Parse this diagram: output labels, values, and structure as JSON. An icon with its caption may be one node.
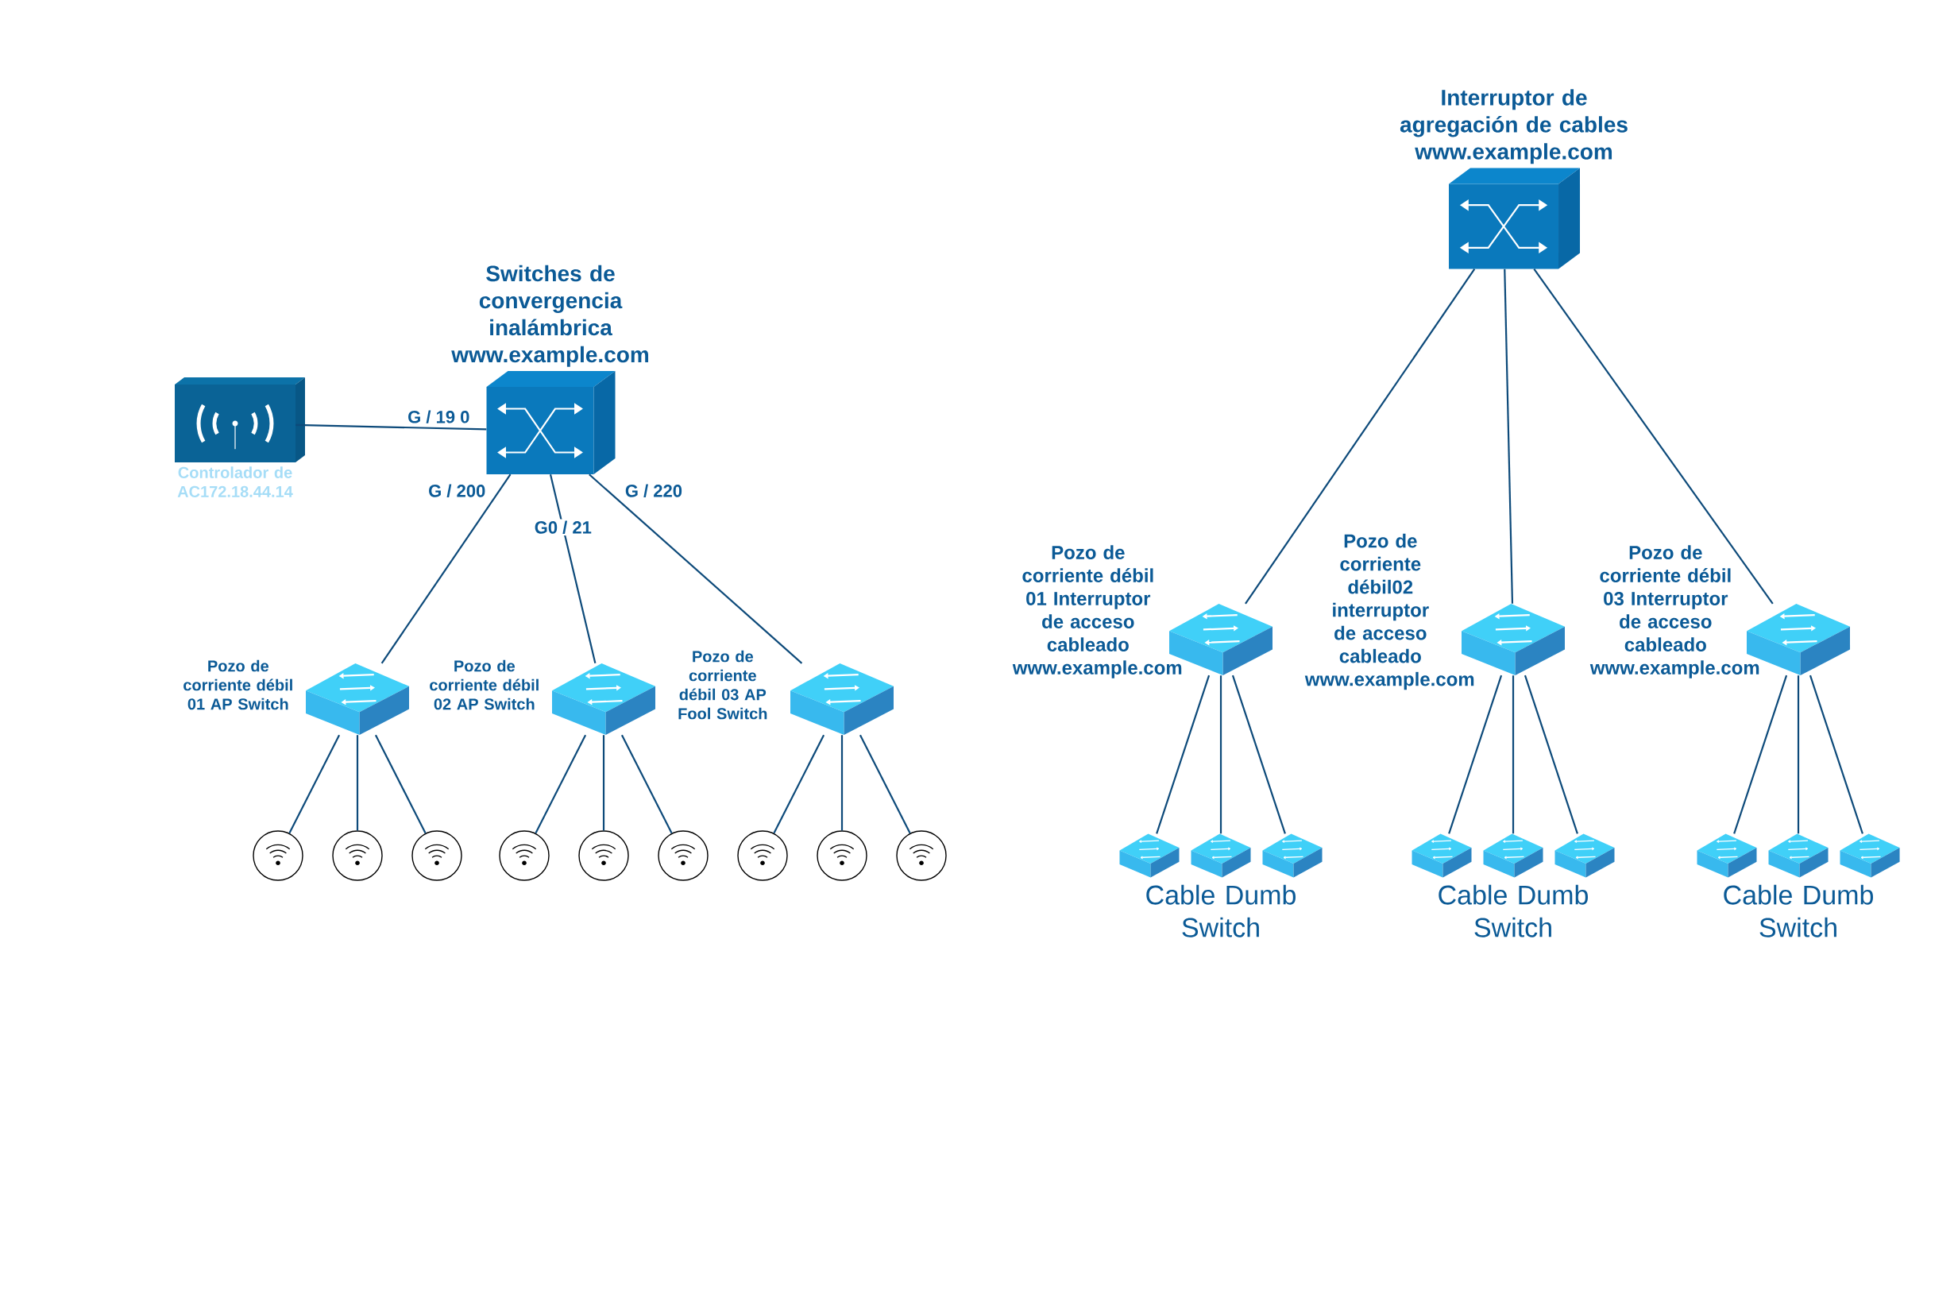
{
  "diagram": {
    "nodes": [
      {
        "text": [
          "Controlador de AC172.18.44.14"
        ]
      },
      {
        "text": [
          "Switches de convergencia inalámbrica www.example.com"
        ]
      },
      {
        "text": [
          "Pozo de corriente débil 01 AP Switch"
        ]
      },
      {
        "text": [
          "Pozo de corriente débil 02 AP Switch"
        ]
      },
      {
        "text": [
          "Pozo de corriente débil 03 AP Fool Switch"
        ]
      },
      {
        "text": [],
        "shape": "circle"
      },
      {
        "text": [],
        "shape": "circle"
      },
      {
        "text": [],
        "shape": "circle"
      },
      {
        "text": [],
        "shape": "circle"
      },
      {
        "text": [],
        "shape": "circle"
      },
      {
        "text": [],
        "shape": "circle"
      },
      {
        "text": [],
        "shape": "circle"
      },
      {
        "text": [],
        "shape": "circle"
      },
      {
        "text": [],
        "shape": "circle"
      },
      {
        "text": [
          "Interruptor de agregación de cables www.example.com"
        ]
      },
      {
        "text": [
          "Pozo de corriente débil 01 Interruptor de acceso cableado www.example.com"
        ]
      },
      {
        "text": [
          "Pozo de corriente débil02 interruptor de acceso cableado www.example.com"
        ]
      },
      {
        "text": [
          "Pozo de corriente débil 03 Interruptor de acceso cableado www.example.com"
        ]
      },
      {
        "text": [],
        "shape": "box"
      },
      {
        "text": [],
        "shape": "box",
        "beside": [
          "Cable Dumb Switch"
        ]
      },
      {
        "text": [],
        "shape": "box"
      },
      {
        "text": [],
        "shape": "box"
      },
      {
        "text": [],
        "shape": "box",
        "beside": [
          "Cable Dumb Switch"
        ]
      },
      {
        "text": [],
        "shape": "box"
      },
      {
        "text": [],
        "shape": "box"
      },
      {
        "text": [],
        "shape": "box",
        "beside": [
          "Cable Dumb Switch"
        ]
      },
      {
        "text": [],
        "shape": "box"
      }
    ],
    "edges": [
      {
        "from": 0,
        "to": 1,
        "arrow": "none",
        "label": "G / 19 0"
      },
      {
        "from": 1,
        "to": 2,
        "arrow": "none",
        "label": "G / 200"
      },
      {
        "from": 1,
        "to": 3,
        "arrow": "none",
        "label": "G0 / 21"
      },
      {
        "from": 1,
        "to": 4,
        "arrow": "none",
        "label": "G / 220"
      },
      {
        "from": 2,
        "to": 5,
        "arrow": "none"
      },
      {
        "from": 2,
        "to": 6,
        "arrow": "none"
      },
      {
        "from": 2,
        "to": 7,
        "arrow": "none"
      },
      {
        "from": 3,
        "to": 8,
        "arrow": "none"
      },
      {
        "from": 3,
        "to": 9,
        "arrow": "none"
      },
      {
        "from": 3,
        "to": 10,
        "arrow": "none"
      },
      {
        "from": 4,
        "to": 11,
        "arrow": "none"
      },
      {
        "from": 4,
        "to": 12,
        "arrow": "none"
      },
      {
        "from": 4,
        "to": 13,
        "arrow": "none"
      },
      {
        "from": 14,
        "to": 15,
        "arrow": "none"
      },
      {
        "from": 14,
        "to": 16,
        "arrow": "none"
      },
      {
        "from": 14,
        "to": 17,
        "arrow": "none"
      },
      {
        "from": 15,
        "to": 18,
        "arrow": "none"
      },
      {
        "from": 15,
        "to": 19,
        "arrow": "none"
      },
      {
        "from": 15,
        "to": 20,
        "arrow": "none"
      },
      {
        "from": 16,
        "to": 21,
        "arrow": "none"
      },
      {
        "from": 16,
        "to": 22,
        "arrow": "none"
      },
      {
        "from": 16,
        "to": 23,
        "arrow": "none"
      },
      {
        "from": 17,
        "to": 24,
        "arrow": "none"
      },
      {
        "from": 17,
        "to": 25,
        "arrow": "none"
      },
      {
        "from": 17,
        "to": 26,
        "arrow": "none"
      }
    ]
  }
}
